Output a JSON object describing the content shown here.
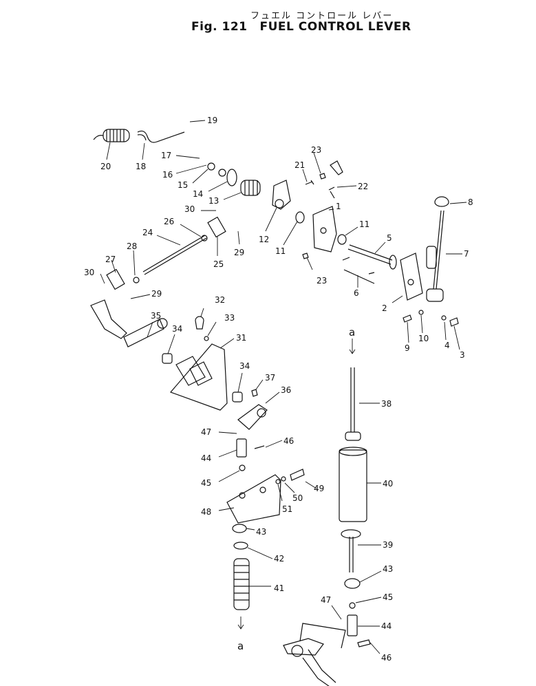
{
  "figure": {
    "japanese_title": "フュエル コントロール レバー",
    "fig_label": "Fig. 121",
    "title": "FUEL CONTROL LEVER"
  },
  "callouts": [
    "1",
    "2",
    "3",
    "4",
    "5",
    "6",
    "7",
    "8",
    "9",
    "10",
    "11",
    "11",
    "12",
    "13",
    "14",
    "15",
    "16",
    "17",
    "18",
    "19",
    "20",
    "21",
    "22",
    "23",
    "23",
    "24",
    "25",
    "26",
    "27",
    "28",
    "29",
    "29",
    "30",
    "30",
    "31",
    "32",
    "33",
    "34",
    "34",
    "35",
    "36",
    "37",
    "38",
    "39",
    "40",
    "41",
    "42",
    "43",
    "43",
    "44",
    "44",
    "45",
    "45",
    "46",
    "46",
    "47",
    "47",
    "48",
    "49",
    "50",
    "51",
    "a",
    "a"
  ]
}
